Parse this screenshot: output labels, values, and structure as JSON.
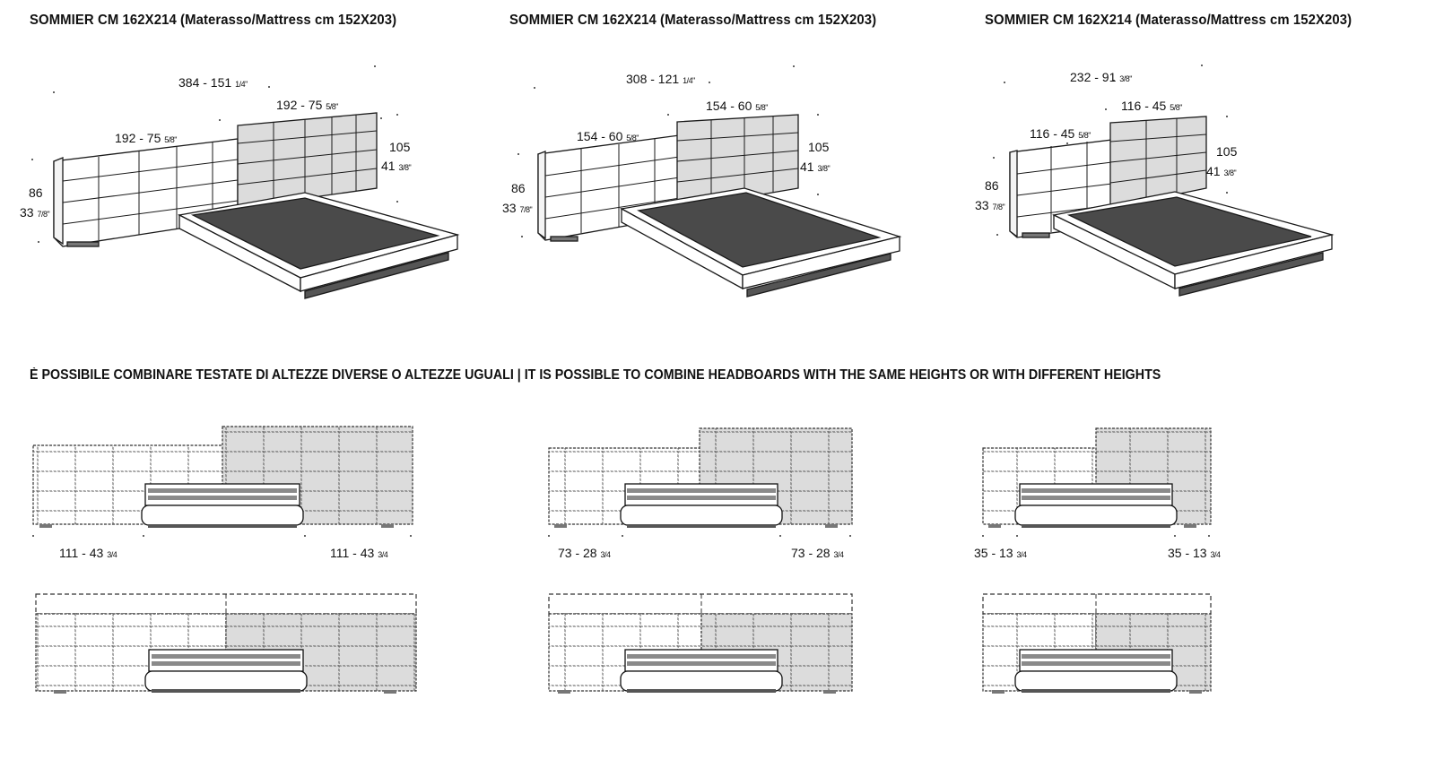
{
  "titles": [
    "SOMMIER CM 162X214 (Materasso/Mattress cm 152X203)",
    "SOMMIER CM 162X214 (Materasso/Mattress cm 152X203)",
    "SOMMIER CM 162X214 (Materasso/Mattress cm 152X203)"
  ],
  "top_beds": [
    {
      "total_main": "384 - 151 ",
      "total_frac": "1/4\"",
      "left_main": "192 - 75 ",
      "left_frac": "5/8\"",
      "right_main": "192 - 75 ",
      "right_frac": "5/8\"",
      "h_tall": "105",
      "h_tall_in": "41 ",
      "h_tall_frac": "3/8\"",
      "h_low": "86",
      "h_low_in": "33 ",
      "h_low_frac": "7/8\""
    },
    {
      "total_main": "308 - 121 ",
      "total_frac": "1/4\"",
      "left_main": "154 - 60 ",
      "left_frac": "5/8\"",
      "right_main": "154 - 60 ",
      "right_frac": "5/8\"",
      "h_tall": "105",
      "h_tall_in": "41 ",
      "h_tall_frac": "3/8\"",
      "h_low": "86",
      "h_low_in": "33 ",
      "h_low_frac": "7/8\""
    },
    {
      "total_main": "232 - 91 ",
      "total_frac": "3/8\"",
      "left_main": "116 - 45 ",
      "left_frac": "5/8\"",
      "right_main": "116 - 45 ",
      "right_frac": "5/8\"",
      "h_tall": "105",
      "h_tall_in": "41 ",
      "h_tall_frac": "3/8\"",
      "h_low": "86",
      "h_low_in": "33 ",
      "h_low_frac": "7/8\""
    }
  ],
  "banner": "È POSSIBILE COMBINARE TESTATE DI ALTEZZE DIVERSE O ALTEZZE UGUALI | IT IS POSSIBLE TO COMBINE HEADBOARDS WITH THE SAME HEIGHTS OR WITH DIFFERENT HEIGHTS",
  "front_dims": [
    {
      "left_main": "111 - 43 ",
      "left_frac": "3/4",
      "right_main": "111 - 43 ",
      "right_frac": "3/4"
    },
    {
      "left_main": "73 - 28 ",
      "left_frac": "3/4",
      "right_main": "73 - 28 ",
      "right_frac": "3/4"
    },
    {
      "left_main": "35 - 13 ",
      "left_frac": "3/4",
      "right_main": "35 - 13 ",
      "right_frac": "3/4"
    }
  ],
  "colors": {
    "line": "#1a1a1a",
    "panel_grey": "#dcdcdc",
    "mattress": "#4a4a4a",
    "stripe": "#8a8a8a",
    "light_panel": "#ffffff"
  }
}
